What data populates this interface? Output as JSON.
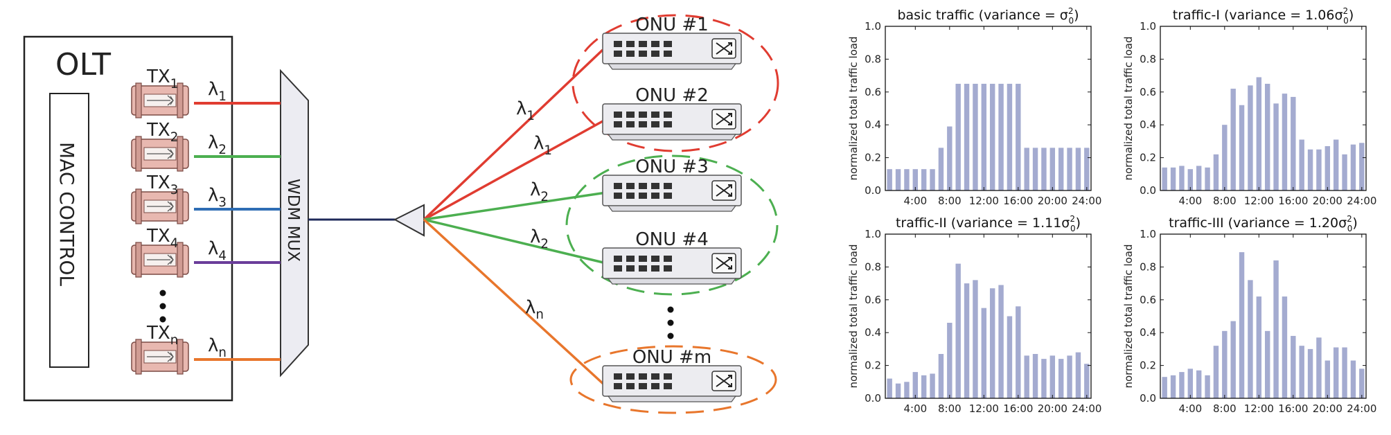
{
  "olt": {
    "title": "OLT",
    "mac_control": "MAC CONTROL",
    "mux": "WDM MUX",
    "transmitters": [
      {
        "name": "TX",
        "sub": "1",
        "wl": "λ",
        "wl_sub": "1",
        "color": "#e03c31"
      },
      {
        "name": "TX",
        "sub": "2",
        "wl": "λ",
        "wl_sub": "2",
        "color": "#4caf50"
      },
      {
        "name": "TX",
        "sub": "3",
        "wl": "λ",
        "wl_sub": "3",
        "color": "#2e6db4"
      },
      {
        "name": "TX",
        "sub": "4",
        "wl": "λ",
        "wl_sub": "4",
        "color": "#6a3d9a"
      },
      {
        "name": "TX",
        "sub": "n",
        "wl": "λ",
        "wl_sub": "n",
        "color": "#e8762c"
      }
    ]
  },
  "fibers": [
    {
      "label": "λ",
      "sub": "1",
      "color": "#e03c31"
    },
    {
      "label": "λ",
      "sub": "1",
      "color": "#e03c31"
    },
    {
      "label": "λ",
      "sub": "2",
      "color": "#4caf50"
    },
    {
      "label": "λ",
      "sub": "2",
      "color": "#4caf50"
    },
    {
      "label": "λ",
      "sub": "n",
      "color": "#e8762c"
    }
  ],
  "onus": [
    "ONU #1",
    "ONU #2",
    "ONU #3",
    "ONU #4",
    "ONU #m"
  ],
  "group_colors": {
    "red": "#e03c31",
    "green": "#4caf50",
    "orange": "#e8762c"
  },
  "chart_data": [
    {
      "type": "bar",
      "title": "basic traffic (variance = σ",
      "title_sup": "2",
      "title_sub": "0",
      "title_pre": "",
      "ylabel": "normalized total traffic load",
      "ylim": [
        0,
        1.0
      ],
      "yticks": [
        "0.0",
        "0.2",
        "0.4",
        "0.6",
        "0.8",
        "1.0"
      ],
      "xticks": [
        "4:00",
        "8:00",
        "12:00",
        "16:00",
        "20:00",
        "24:00"
      ],
      "x": [
        1,
        2,
        3,
        4,
        5,
        6,
        7,
        8,
        9,
        10,
        11,
        12,
        13,
        14,
        15,
        16,
        17,
        18,
        19,
        20,
        21,
        22,
        23,
        24
      ],
      "values": [
        0.13,
        0.13,
        0.13,
        0.13,
        0.13,
        0.13,
        0.26,
        0.39,
        0.65,
        0.65,
        0.65,
        0.65,
        0.65,
        0.65,
        0.65,
        0.65,
        0.26,
        0.26,
        0.26,
        0.26,
        0.26,
        0.26,
        0.26,
        0.26
      ],
      "color": "#a4abd0"
    },
    {
      "type": "bar",
      "title": "traffic-I (variance = 1.06σ",
      "title_sup": "2",
      "title_sub": "0",
      "ylabel": "normalized total traffic load",
      "ylim": [
        0,
        1.0
      ],
      "yticks": [
        "0.0",
        "0.2",
        "0.4",
        "0.6",
        "0.8",
        "1.0"
      ],
      "xticks": [
        "4:00",
        "8:00",
        "12:00",
        "16:00",
        "20:00",
        "24:00"
      ],
      "x": [
        1,
        2,
        3,
        4,
        5,
        6,
        7,
        8,
        9,
        10,
        11,
        12,
        13,
        14,
        15,
        16,
        17,
        18,
        19,
        20,
        21,
        22,
        23,
        24
      ],
      "values": [
        0.14,
        0.14,
        0.15,
        0.13,
        0.15,
        0.14,
        0.22,
        0.4,
        0.62,
        0.52,
        0.64,
        0.69,
        0.65,
        0.53,
        0.59,
        0.57,
        0.31,
        0.25,
        0.25,
        0.27,
        0.31,
        0.22,
        0.28,
        0.29
      ],
      "color": "#a4abd0"
    },
    {
      "type": "bar",
      "title": "traffic-II (variance = 1.11σ",
      "title_sup": "2",
      "title_sub": "0",
      "ylabel": "normalized total traffic load",
      "ylim": [
        0,
        1.0
      ],
      "yticks": [
        "0.0",
        "0.2",
        "0.4",
        "0.6",
        "0.8",
        "1.0"
      ],
      "xticks": [
        "4:00",
        "8:00",
        "12:00",
        "16:00",
        "20:00",
        "24:00"
      ],
      "x": [
        1,
        2,
        3,
        4,
        5,
        6,
        7,
        8,
        9,
        10,
        11,
        12,
        13,
        14,
        15,
        16,
        17,
        18,
        19,
        20,
        21,
        22,
        23,
        24
      ],
      "values": [
        0.12,
        0.09,
        0.1,
        0.16,
        0.14,
        0.15,
        0.27,
        0.46,
        0.82,
        0.7,
        0.72,
        0.55,
        0.67,
        0.69,
        0.5,
        0.56,
        0.26,
        0.27,
        0.24,
        0.26,
        0.24,
        0.26,
        0.28,
        0.21
      ],
      "color": "#a4abd0"
    },
    {
      "type": "bar",
      "title": "traffic-III (variance = 1.20σ",
      "title_sup": "2",
      "title_sub": "0",
      "ylabel": "normalized total traffic load",
      "ylim": [
        0,
        1.0
      ],
      "yticks": [
        "0.0",
        "0.2",
        "0.4",
        "0.6",
        "0.8",
        "1.0"
      ],
      "xticks": [
        "4:00",
        "8:00",
        "12:00",
        "16:00",
        "20:00",
        "24:00"
      ],
      "x": [
        1,
        2,
        3,
        4,
        5,
        6,
        7,
        8,
        9,
        10,
        11,
        12,
        13,
        14,
        15,
        16,
        17,
        18,
        19,
        20,
        21,
        22,
        23,
        24
      ],
      "values": [
        0.13,
        0.14,
        0.16,
        0.18,
        0.17,
        0.14,
        0.32,
        0.41,
        0.47,
        0.89,
        0.72,
        0.62,
        0.41,
        0.84,
        0.62,
        0.38,
        0.32,
        0.3,
        0.37,
        0.23,
        0.31,
        0.31,
        0.23,
        0.18
      ],
      "color": "#a4abd0"
    }
  ]
}
